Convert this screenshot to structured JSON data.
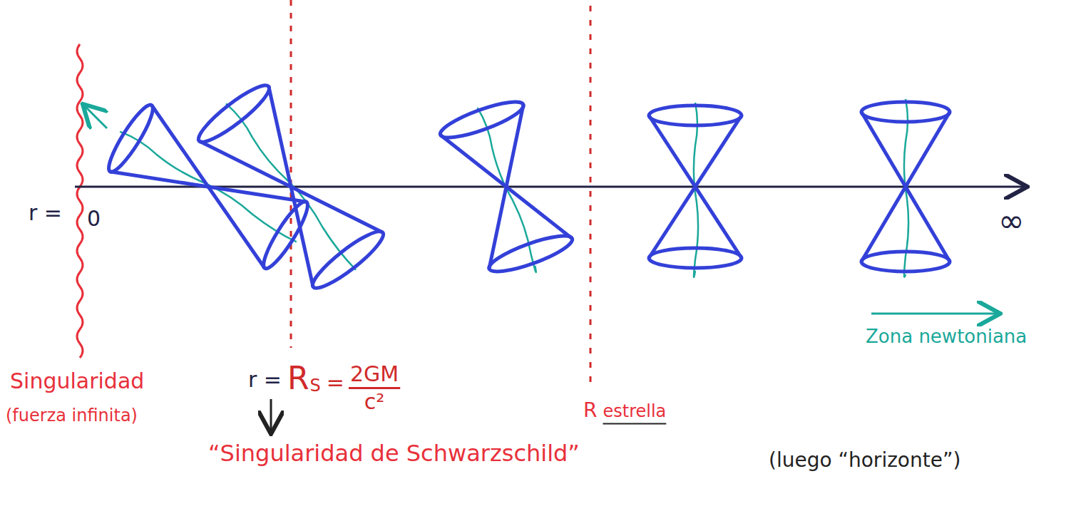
{
  "diagram": {
    "labels": [
      "r =",
      "0",
      "∞",
      "Singularidad",
      "(fuerza infinita)",
      "r =",
      "R",
      "S",
      "=",
      "2GM",
      "c²",
      "“Singularidad de Schwarzschild”",
      "(luego “horizonte”)",
      "R",
      "estrella",
      "Zona newtoniana"
    ]
  }
}
